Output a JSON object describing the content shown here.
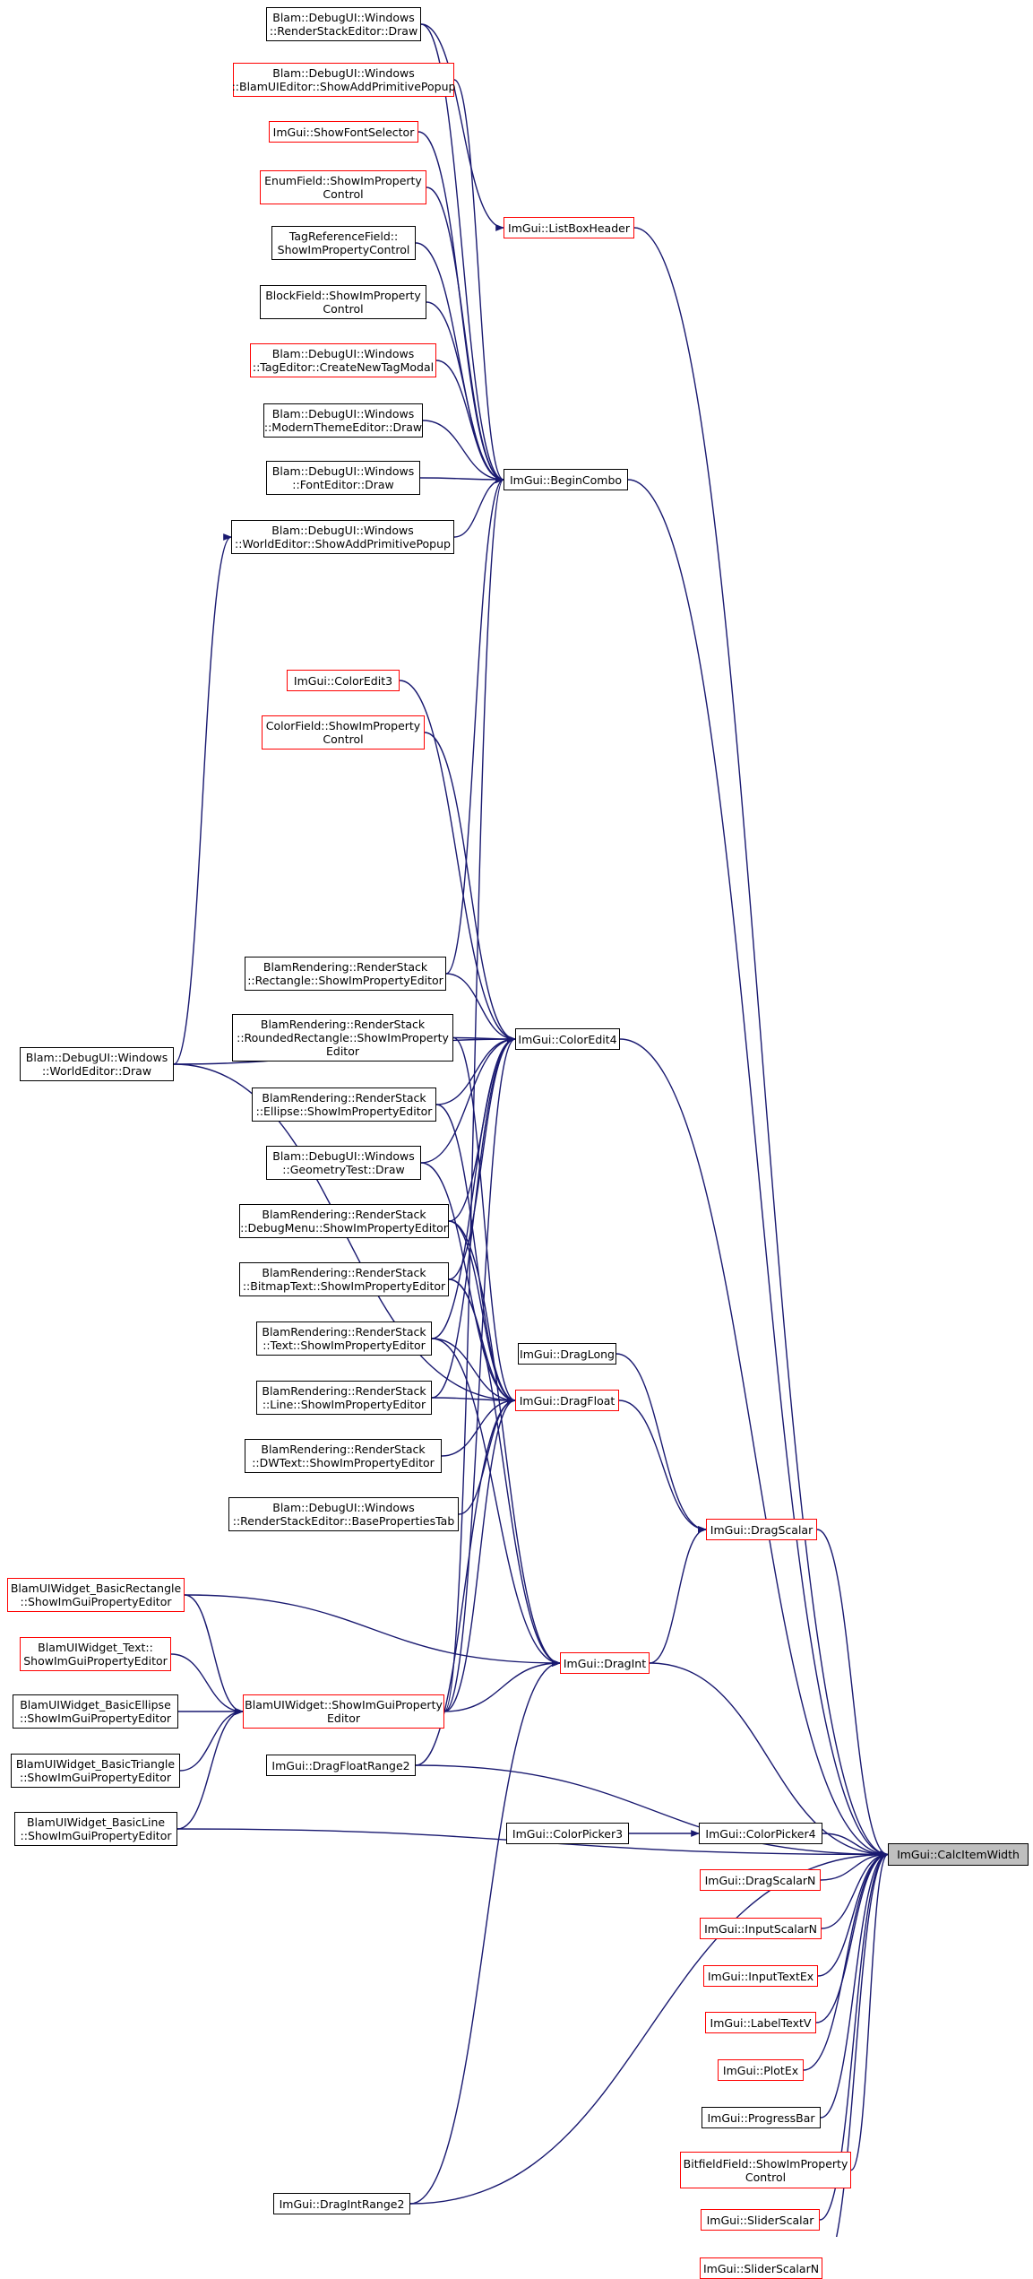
{
  "colors": {
    "edge": "#191970",
    "plain_border": "#000000",
    "red_border": "#ff0000",
    "focus_fill": "#bfbfbf"
  },
  "nodes": {
    "calc_item_width": "ImGui::CalcItemWidth",
    "list_box_header": "ImGui::ListBoxHeader",
    "begin_combo": "ImGui::BeginCombo",
    "color_edit4": "ImGui::ColorEdit4",
    "drag_scalar": "ImGui::DragScalar",
    "drag_float": "ImGui::DragFloat",
    "drag_long": "ImGui::DragLong",
    "drag_int": "ImGui::DragInt",
    "drag_float_range2": "ImGui::DragFloatRange2",
    "drag_int_range2": "ImGui::DragIntRange2",
    "color_picker3": "ImGui::ColorPicker3",
    "color_picker4": "ImGui::ColorPicker4",
    "drag_scalar_n": "ImGui::DragScalarN",
    "input_scalar_n": "ImGui::InputScalarN",
    "input_text_ex": "ImGui::InputTextEx",
    "label_text_v": "ImGui::LabelTextV",
    "plot_ex": "ImGui::PlotEx",
    "progress_bar": "ImGui::ProgressBar",
    "bitfield_field": "BitfieldField::ShowImProperty\nControl",
    "slider_scalar": "ImGui::SliderScalar",
    "slider_scalar_n": "ImGui::SliderScalarN",
    "render_stack_editor_draw": "Blam::DebugUI::Windows\n::RenderStackEditor::Draw",
    "blam_ui_editor_popup": "Blam::DebugUI::Windows\n::BlamUIEditor::ShowAddPrimitivePopup",
    "show_font_selector": "ImGui::ShowFontSelector",
    "enum_field": "EnumField::ShowImProperty\nControl",
    "tag_reference_field": "TagReferenceField::\nShowImPropertyControl",
    "block_field": "BlockField::ShowImProperty\nControl",
    "tag_editor_modal": "Blam::DebugUI::Windows\n::TagEditor::CreateNewTagModal",
    "modern_theme_editor": "Blam::DebugUI::Windows\n::ModernThemeEditor::Draw",
    "font_editor": "Blam::DebugUI::Windows\n::FontEditor::Draw",
    "world_editor_popup": "Blam::DebugUI::Windows\n::WorldEditor::ShowAddPrimitivePopup",
    "color_edit3": "ImGui::ColorEdit3",
    "color_field": "ColorField::ShowImProperty\nControl",
    "rs_rectangle": "BlamRendering::RenderStack\n::Rectangle::ShowImPropertyEditor",
    "rs_rounded_rectangle": "BlamRendering::RenderStack\n::RoundedRectangle::ShowImProperty\nEditor",
    "rs_ellipse": "BlamRendering::RenderStack\n::Ellipse::ShowImPropertyEditor",
    "geometry_test": "Blam::DebugUI::Windows\n::GeometryTest::Draw",
    "rs_debug_menu": "BlamRendering::RenderStack\n::DebugMenu::ShowImPropertyEditor",
    "rs_bitmap_text": "BlamRendering::RenderStack\n::BitmapText::ShowImPropertyEditor",
    "rs_text": "BlamRendering::RenderStack\n::Text::ShowImPropertyEditor",
    "rs_line": "BlamRendering::RenderStack\n::Line::ShowImPropertyEditor",
    "rs_dwtext": "BlamRendering::RenderStack\n::DWText::ShowImPropertyEditor",
    "rs_editor_base_props": "Blam::DebugUI::Windows\n::RenderStackEditor::BasePropertiesTab",
    "world_editor_draw": "Blam::DebugUI::Windows\n::WorldEditor::Draw",
    "widget_basic_rectangle": "BlamUIWidget_BasicRectangle\n::ShowImGuiPropertyEditor",
    "widget_text": "BlamUIWidget_Text::\nShowImGuiPropertyEditor",
    "widget_basic_ellipse": "BlamUIWidget_BasicEllipse\n::ShowImGuiPropertyEditor",
    "widget_basic_triangle": "BlamUIWidget_BasicTriangle\n::ShowImGuiPropertyEditor",
    "widget_basic_line": "BlamUIWidget_BasicLine\n::ShowImGuiPropertyEditor",
    "widget_show_imgui": "BlamUIWidget::ShowImGuiProperty\nEditor"
  }
}
